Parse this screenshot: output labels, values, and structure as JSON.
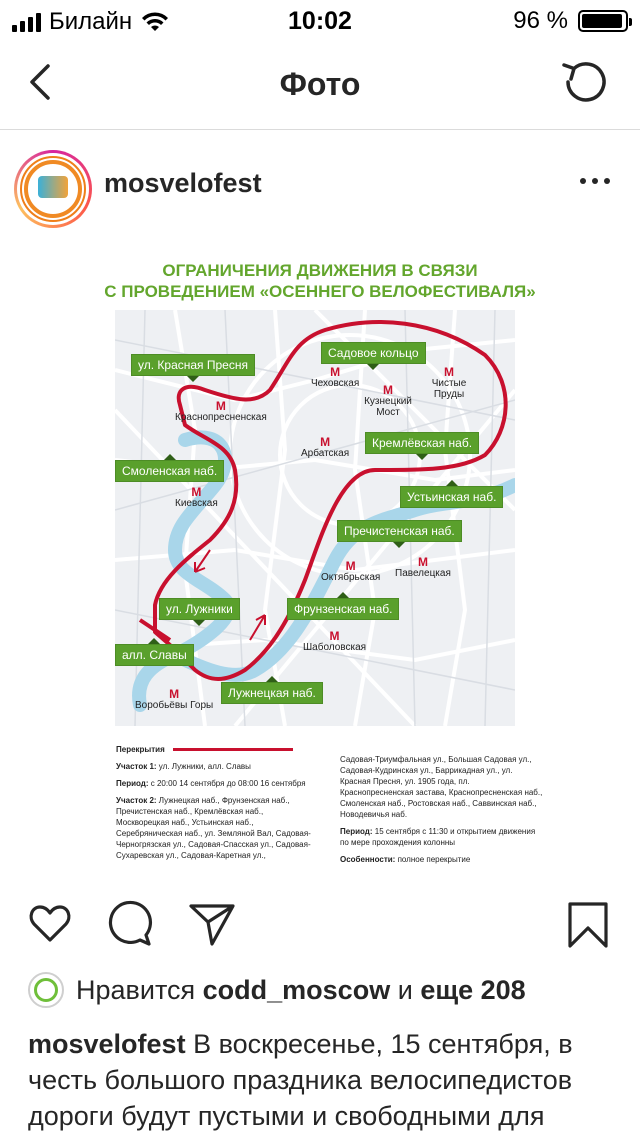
{
  "status_bar": {
    "carrier": "Билайн",
    "time": "10:02",
    "battery_text": "96 %",
    "battery_level": 0.96
  },
  "nav": {
    "title": "Фото"
  },
  "post": {
    "username": "mosvelofest",
    "image": {
      "headline_line1": "ОГРАНИЧЕНИЯ ДВИЖЕНИЯ В СВЯЗИ",
      "headline_line2": "С ПРОВЕДЕНИЕМ «ОСЕННЕГО ВЕЛОФЕСТИВАЛЯ»",
      "tags": {
        "krasnaya_presnya": "ул. Красная Пресня",
        "sadovoe": "Садовое кольцо",
        "kremlevskaya": "Кремлёвская наб.",
        "smolenskaya": "Смоленская наб.",
        "ustinskaya": "Устьинская наб.",
        "prechistenskaya": "Пречистенская наб.",
        "luzhniki": "ул. Лужники",
        "frunzenskaya": "Фрунзенская наб.",
        "slavy": "алл. Славы",
        "luzhnetskaya": "Лужнецкая наб."
      },
      "stations": {
        "chekhovskaya": "Чеховская",
        "chistye_prudy": "Чистые Пруды",
        "kuznetsky_most": "Кузнецкий Мост",
        "krasnopresnenskaya": "Краснопресненская",
        "arbatskaya": "Арбатская",
        "kievskaya": "Киевская",
        "oktyabrskaya": "Октябрьская",
        "paveletskaya": "Павелецкая",
        "shabolovskaya": "Шаболовская",
        "vorobyovy_gory": "Воробьёвы Горы"
      },
      "legend": {
        "title": "Перекрытия",
        "section1_label": "Участок 1:",
        "section1_text": " ул. Лужники, алл. Славы",
        "period1_label": "Период:",
        "period1_text": " с 20:00 14 сентября до 08:00 16 сентября",
        "section2_label": "Участок 2:",
        "section2_text": " Лужнецкая наб., Фрунзенская наб., Пречистенская наб., Кремлёвская наб., Москворецкая наб., Устьинская наб., Серебряническая наб., ул. Земляной Вал, Садовая-Черногрязская ул., Садовая-Спасская ул., Садовая-Сухаревская ул., Садовая-Каретная ул.,",
        "right_text": "Садовая-Триумфальная ул., Большая Садовая ул., Садовая-Кудринская ул., Баррикадная ул., ул. Красная Пресня, ул. 1905 года, пл. Краснопресненская застава, Краснопресненская наб., Смоленская наб., Ростовская наб., Саввинская наб., Новодевичья наб.",
        "period2_label": "Период:",
        "period2_text": " 15 сентября с 11:30 и открытием движения по мере прохождения колонны",
        "features_label": "Особенности:",
        "features_text": " полное перекрытие"
      }
    },
    "likes": {
      "prefix": "Нравится",
      "user": "codd_moscow",
      "conj": "и",
      "others": "еще 208"
    },
    "caption": {
      "user": "mosvelofest",
      "text": " В воскресенье, 15 сентября, в честь большого праздника велосипедистов дороги будут пустыми и свободными для двухколесного"
    }
  },
  "colors": {
    "route": "#c8102e",
    "tag_green": "#5aa02c",
    "river": "#a9d6ea",
    "headline_green": "#63a62d"
  },
  "icons": [
    "back-chevron-icon",
    "refresh-icon",
    "more-icon",
    "heart-icon",
    "comment-icon",
    "share-icon",
    "bookmark-icon",
    "metro-icon"
  ]
}
